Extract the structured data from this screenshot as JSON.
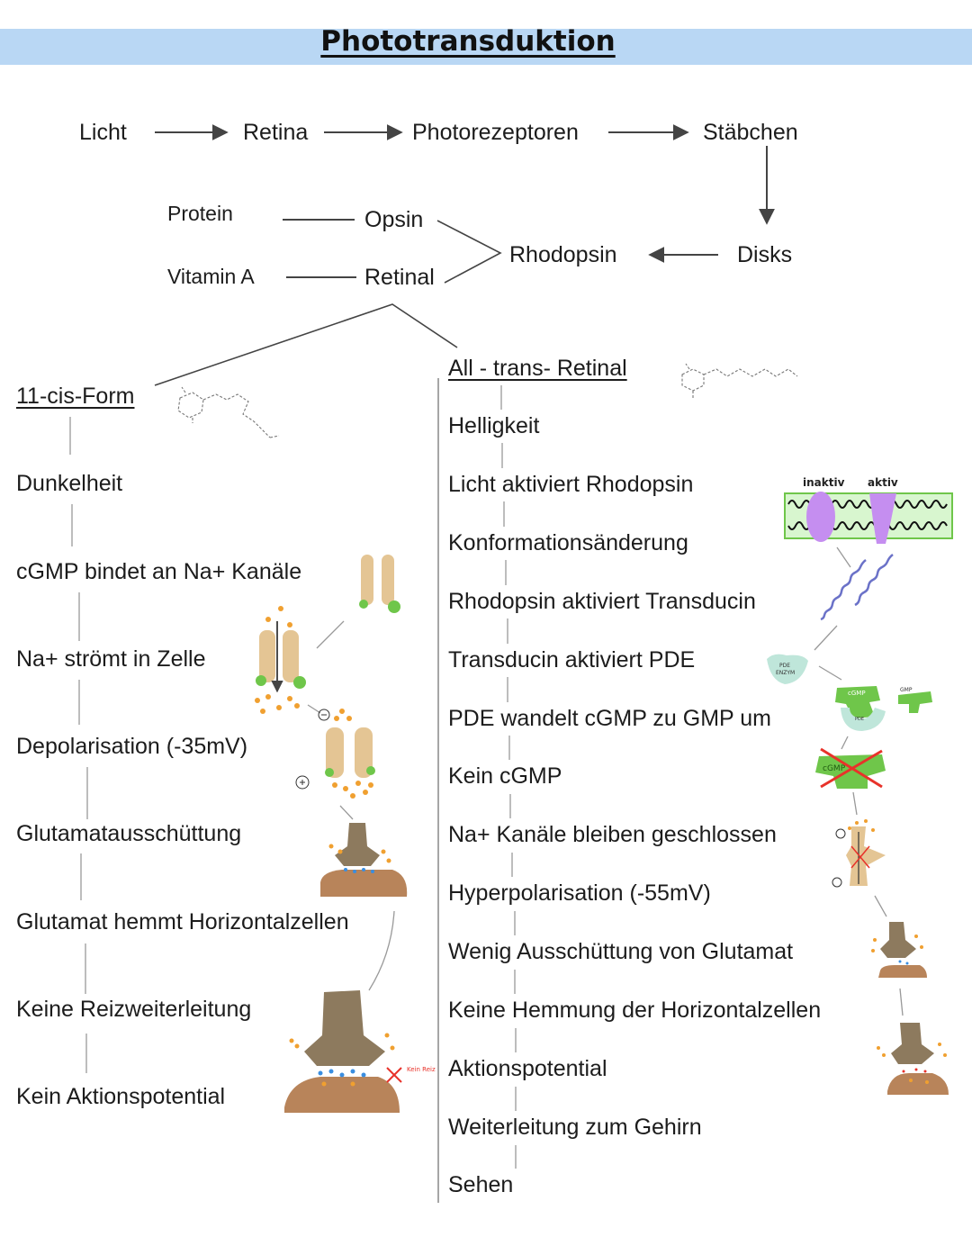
{
  "title": "Phototransduktion",
  "top_chain": [
    "Licht",
    "Retina",
    "Photorezeptoren",
    "Stäbchen"
  ],
  "disks": "Disks",
  "rhodopsin": "Rhodopsin",
  "opsin": "Opsin",
  "retinal": "Retinal",
  "protein": "Protein",
  "vitamin_a": "Vitamin A",
  "left": {
    "heading": "11-cis-Form",
    "steps": [
      "Dunkelheit",
      "cGMP bindet an Na+ Kanäle",
      "Na+ strömt in Zelle",
      "Depolarisation (-35mV)",
      "Glutamatausschüttung",
      "Glutamat hemmt Horizontalzellen",
      "Keine Reizweiterleitung",
      "Kein Aktionspotential"
    ],
    "no_stimulus": "Kein Reiz"
  },
  "right": {
    "heading": "All - trans- Retinal",
    "steps": [
      "Helligkeit",
      "Licht aktiviert Rhodopsin",
      "Konformationsänderung",
      "Rhodopsin aktiviert Transducin",
      "Transducin aktiviert PDE",
      "PDE wandelt cGMP zu GMP um",
      "Kein cGMP",
      "Na+ Kanäle bleiben geschlossen",
      "Hyperpolarisation (-55mV)",
      "Wenig Ausschüttung von Glutamat",
      "Keine Hemmung der Horizontalzellen",
      "Aktionspotential",
      "Weiterleitung zum Gehirn",
      "Sehen"
    ]
  },
  "sketch_labels": {
    "inaktiv": "inaktiv",
    "aktiv": "aktiv",
    "pde": "PDE",
    "enzym": "ENZYM",
    "cgmp": "cGMP",
    "gmp": "GMP"
  },
  "colors": {
    "header_bar": "#b9d7f4",
    "channel": "#e4c594",
    "green": "#6fc64a",
    "orange": "#f0a030",
    "purple": "#c58ef0",
    "pde": "#bfe6da",
    "synapse_top": "#8d7a5e",
    "synapse_bottom": "#b8845a",
    "cross": "#e8322a",
    "coil": "#6b72c8"
  }
}
